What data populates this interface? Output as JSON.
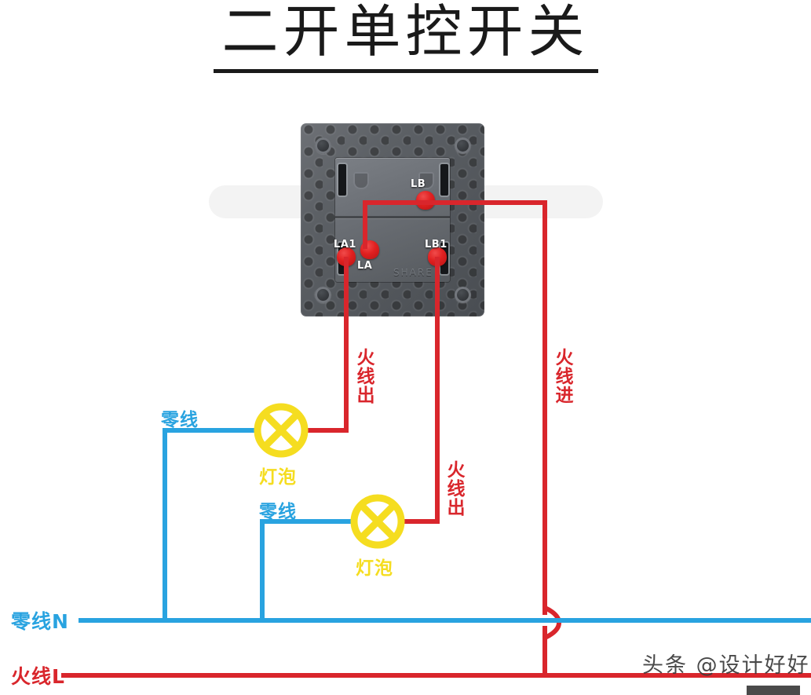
{
  "title": "二开单控开关",
  "device": {
    "name": "two-gang-one-way-switch",
    "brand_emboss": "SHARE",
    "terminals": [
      {
        "id": "LB",
        "label": "LB"
      },
      {
        "id": "LA",
        "label": "LA"
      },
      {
        "id": "LA1",
        "label": "LA1"
      },
      {
        "id": "LB1",
        "label": "LB1"
      }
    ]
  },
  "labels": {
    "live_out_1": "火线出",
    "live_out_2": "火线出",
    "live_in": "火线进",
    "neutral_1": "零线",
    "neutral_2": "零线",
    "bulb_1": "灯泡",
    "bulb_2": "灯泡",
    "neutral_bus": "零线N",
    "live_bus": "火线L"
  },
  "colors": {
    "live_red": "#d9262c",
    "neutral_blue": "#29a3e0",
    "bulb_yellow": "#f5dd20",
    "title_black": "#1a1a1a",
    "switch_gray": "#5c6065",
    "band_gray": "#f3f3f3"
  },
  "watermark": {
    "text": "头条 @设计好好"
  }
}
